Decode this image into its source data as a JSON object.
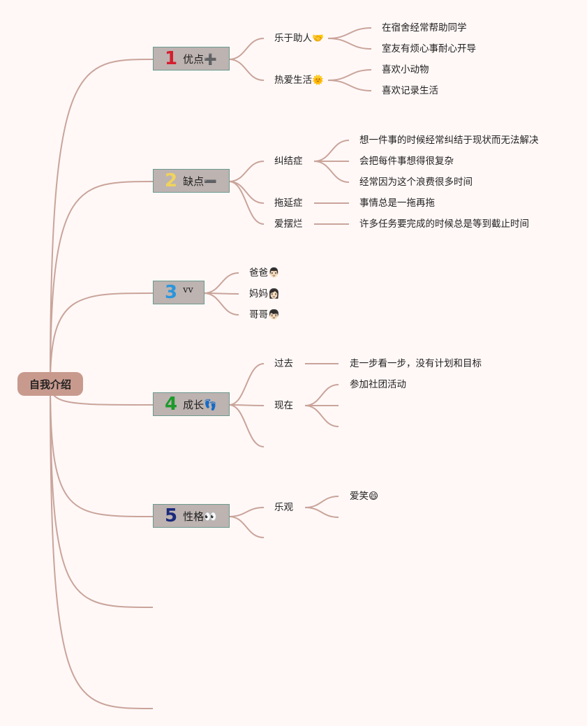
{
  "root": {
    "label": "自我介绍"
  },
  "branches": [
    {
      "number": "1",
      "color": "#d51e2f",
      "label": "优点➕",
      "children": [
        {
          "label": "乐于助人🤝",
          "children": [
            "在宿舍经常帮助同学",
            "室友有烦心事耐心开导"
          ]
        },
        {
          "label": "热爱生活🌞",
          "children": [
            "喜欢小动物",
            "喜欢记录生活"
          ]
        }
      ]
    },
    {
      "number": "2",
      "color": "#f0d35c",
      "label": "缺点➖",
      "children": [
        {
          "label": "纠结症",
          "children": [
            "想一件事的时候经常纠结于现状而无法解决",
            "会把每件事想得很复杂",
            "经常因为这个浪费很多时间"
          ]
        },
        {
          "label": "拖延症",
          "children": [
            "事情总是一拖再拖"
          ]
        },
        {
          "label": "爱摆烂",
          "children": [
            "许多任务要完成的时候总是等到截止时间"
          ]
        }
      ]
    },
    {
      "number": "3",
      "color": "#2b95dc",
      "label": "vv",
      "children": [
        {
          "label": "爸爸👨🏻"
        },
        {
          "label": "妈妈👩🏻"
        },
        {
          "label": "哥哥👦🏻"
        }
      ]
    },
    {
      "number": "4",
      "color": "#1d9a2c",
      "label": "成长👣",
      "children": [
        {
          "label": "过去",
          "children": [
            "走一步看一步，没有计划和目标"
          ]
        },
        {
          "label": "现在",
          "children": [
            "参加社团活动"
          ]
        }
      ]
    },
    {
      "number": "5",
      "color": "#1b2a7c",
      "label": "性格👀",
      "children": [
        {
          "label": "乐观",
          "children": [
            "爱笑😄"
          ]
        }
      ]
    }
  ],
  "colors": {
    "edge": "#c9a49a",
    "root": "#c89a8e",
    "branch_fill": "#bdb3b1",
    "branch_border": "#6b9a8e"
  }
}
